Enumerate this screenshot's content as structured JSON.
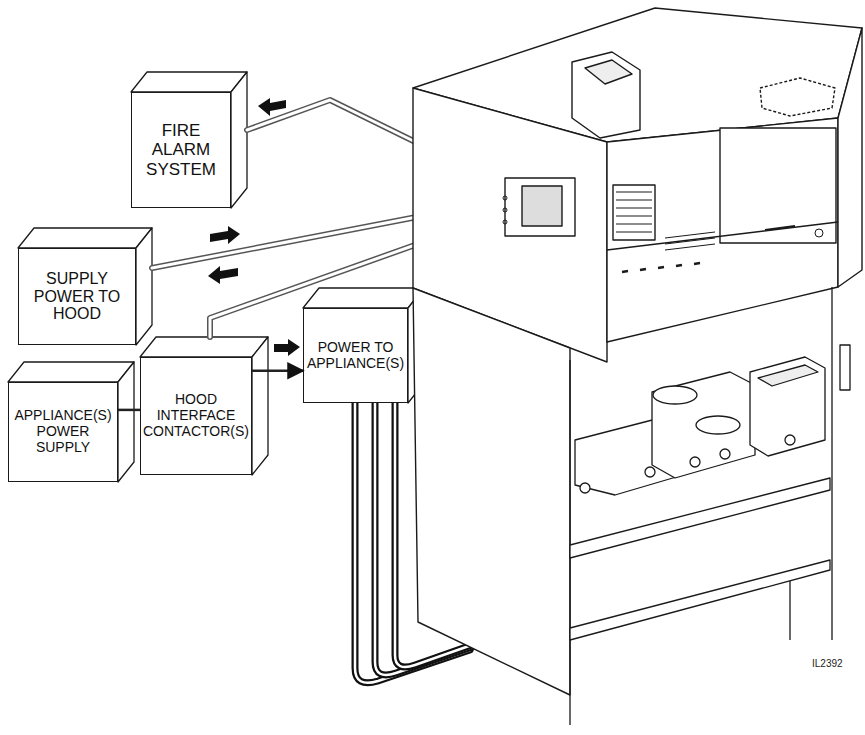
{
  "diagram": {
    "nodes": [
      {
        "text": [
          "FIRE ALARM SYSTEM"
        ]
      },
      {
        "text": [
          "SUPPLY POWER TO HOOD"
        ]
      },
      {
        "text": [
          "APPLIANCE(S) POWER SUPPLY"
        ]
      },
      {
        "text": [
          "HOOD INTERFACE CONTACTOR(S)"
        ]
      },
      {
        "text": [
          "POWER TO APPLIANCE(S)"
        ]
      }
    ],
    "edges": [
      {
        "from": 2,
        "to": 3,
        "arrow": "none"
      },
      {
        "from": 3,
        "to": 4,
        "arrow": "to"
      }
    ],
    "labels": [
      "IL2392"
    ]
  }
}
